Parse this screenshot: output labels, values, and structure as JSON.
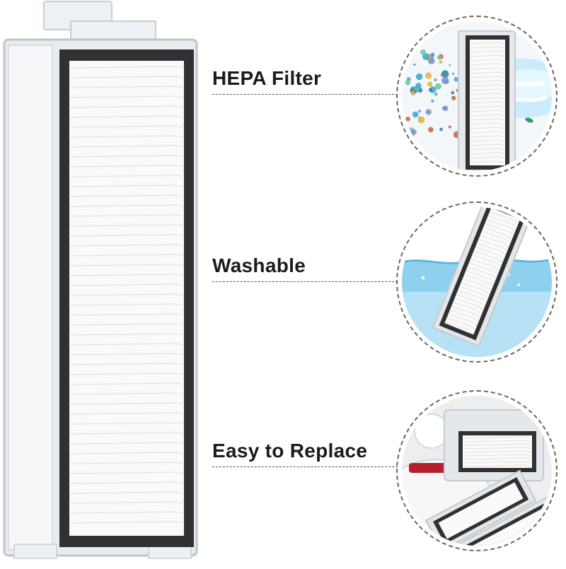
{
  "features": [
    {
      "label": "HEPA Filter",
      "icon": "hepa-filtration-illustration"
    },
    {
      "label": "Washable",
      "icon": "water-wash-illustration"
    },
    {
      "label": "Easy to Replace",
      "icon": "robot-vacuum-replacement-illustration"
    }
  ],
  "colors": {
    "frame": "#2a2a2a",
    "pleat": "#ffffff",
    "housing": "#e9ecef",
    "water": "#8fd0ee",
    "dashed": "#555555"
  }
}
